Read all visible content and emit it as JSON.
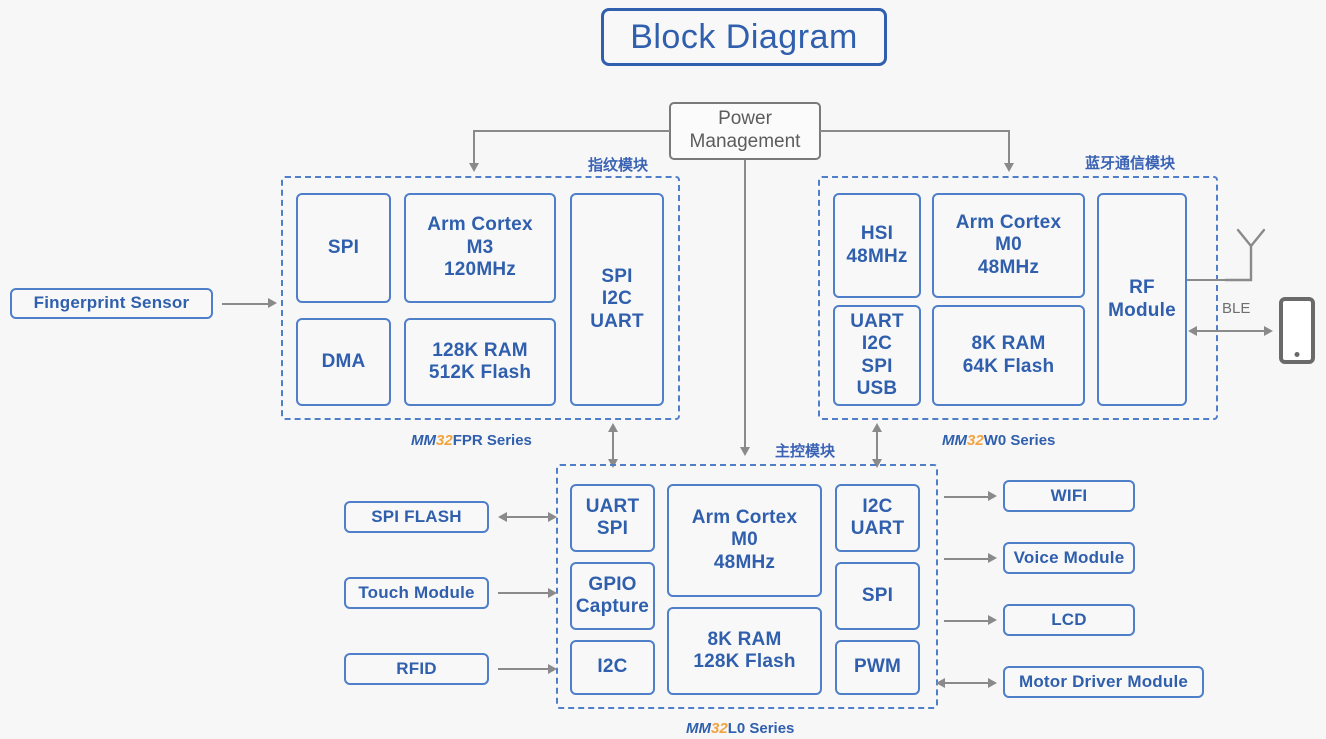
{
  "title": "Block Diagram",
  "power": {
    "label": "Power\nManagement",
    "line1": "Power",
    "line2": "Management"
  },
  "left_source": {
    "label": "Fingerprint Sensor"
  },
  "fingerprint_module": {
    "cn_label": "指纹模块",
    "series_mm": "MM",
    "series_num": "32",
    "series_rest": "FPR Series",
    "blocks": {
      "spi": "SPI",
      "dma": "DMA",
      "core_l1": "Arm Cortex",
      "core_l2": "M3",
      "core_l3": "120MHz",
      "mem_l1": "128K RAM",
      "mem_l2": "512K Flash",
      "io_l1": "SPI",
      "io_l2": "I2C",
      "io_l3": "UART"
    }
  },
  "bluetooth_module": {
    "cn_label": "蓝牙通信模块",
    "series_mm": "MM",
    "series_num": "32",
    "series_rest": "W0 Series",
    "blocks": {
      "hsi_l1": "HSI",
      "hsi_l2": "48MHz",
      "io_l1": "UART",
      "io_l2": "I2C",
      "io_l3": "SPI",
      "io_l4": "USB",
      "core_l1": "Arm Cortex",
      "core_l2": "M0",
      "core_l3": "48MHz",
      "mem_l1": "8K RAM",
      "mem_l2": "64K Flash",
      "rf_l1": "RF",
      "rf_l2": "Module"
    }
  },
  "main_module": {
    "cn_label": "主控模块",
    "series_mm": "MM",
    "series_num": "32",
    "series_rest": "L0 Series",
    "blocks": {
      "uart_spi_l1": "UART",
      "uart_spi_l2": "SPI",
      "gpio_l1": "GPIO",
      "gpio_l2": "Capture",
      "i2c": "I2C",
      "core_l1": "Arm Cortex",
      "core_l2": "M0",
      "core_l3": "48MHz",
      "mem_l1": "8K RAM",
      "mem_l2": "128K Flash",
      "i2c_uart_l1": "I2C",
      "i2c_uart_l2": "UART",
      "spi": "SPI",
      "pwm": "PWM"
    }
  },
  "left_peripherals": [
    {
      "label": "SPI FLASH",
      "arrow": "bidirectional"
    },
    {
      "label": "Touch Module",
      "arrow": "right"
    },
    {
      "label": "RFID",
      "arrow": "right"
    }
  ],
  "right_peripherals": [
    {
      "label": "WIFI",
      "arrow": "right"
    },
    {
      "label": "Voice Module",
      "arrow": "right"
    },
    {
      "label": "LCD",
      "arrow": "right"
    },
    {
      "label": "Motor Driver Module",
      "arrow": "bidirectional"
    }
  ],
  "wireless": {
    "ble_label": "BLE",
    "antenna_icon": "antenna-icon",
    "phone_icon": "smartphone-icon"
  },
  "colors": {
    "accent_blue": "#2f5fad",
    "box_border": "#4f7fc9",
    "orange": "#f2a33c",
    "gray_line": "#8a8a8a",
    "background": "#f7f7f7"
  }
}
